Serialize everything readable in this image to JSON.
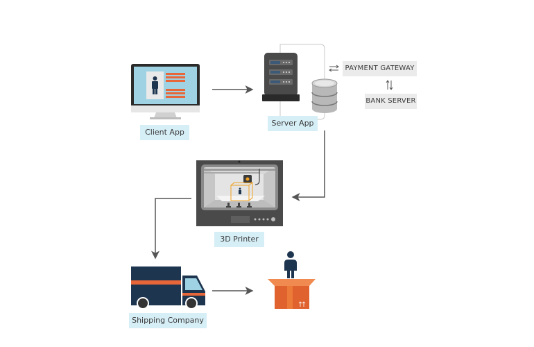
{
  "nodes": {
    "client_app": {
      "label": "Client App"
    },
    "server_app": {
      "label": "Server App"
    },
    "payment_gateway": {
      "label": "PAYMENT GATEWAY"
    },
    "bank_server": {
      "label": "BANK SERVER"
    },
    "printer": {
      "label": "3D Printer"
    },
    "shipping": {
      "label": "Shipping Company"
    }
  },
  "colors": {
    "label_bg": "#d6eef6",
    "gateway_bg": "#ebebeb",
    "navy": "#1e3550",
    "orange": "#e8673a",
    "dark_gray": "#4a4a4a",
    "arrow": "#555555",
    "screen": "#9fd3e3"
  }
}
